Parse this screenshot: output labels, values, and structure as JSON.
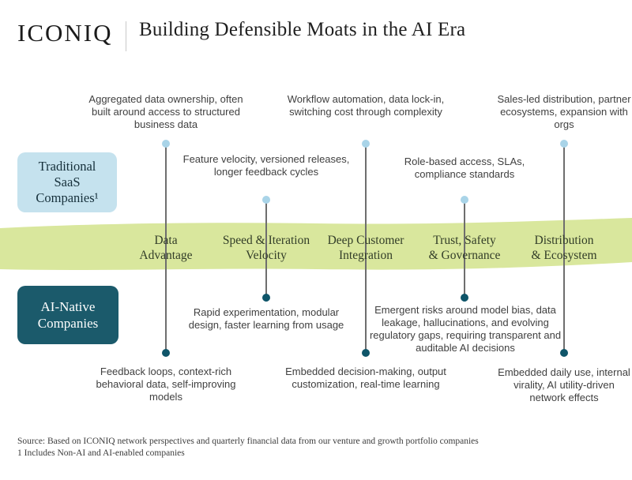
{
  "header": {
    "logo": "ICONIQ",
    "title": "Building Defensible Moats in the AI Era"
  },
  "groups": {
    "traditional_label": "Traditional SaaS Companies¹",
    "ai_native_label": "AI-Native Companies"
  },
  "columns": [
    {
      "category_line1": "Data",
      "category_line2": "Advantage",
      "traditional": "Aggregated data ownership, often built around access to structured business data",
      "ai_native": "Feedback loops, context-rich behavioral data, self-improving models"
    },
    {
      "category_line1": "Speed & Iteration",
      "category_line2": "Velocity",
      "traditional": "Feature velocity, versioned releases, longer feedback cycles",
      "ai_native": "Rapid experimentation, modular design, faster learning from usage"
    },
    {
      "category_line1": "Deep Customer",
      "category_line2": "Integration",
      "traditional": "Workflow automation, data lock-in, switching cost through complexity",
      "ai_native": "Embedded decision-making, output customization, real-time learning"
    },
    {
      "category_line1": "Trust, Safety",
      "category_line2": "& Governance",
      "traditional": "Role-based access, SLAs, compliance standards",
      "ai_native": "Emergent risks around model bias, data leakage, hallucinations, and evolving regulatory gaps, requiring transparent and auditable AI decisions"
    },
    {
      "category_line1": "Distribution",
      "category_line2": "& Ecosystem",
      "traditional": "Sales-led distribution, partner ecosystems, expansion with orgs",
      "ai_native": "Embedded daily use, internal virality, AI utility-driven network effects"
    }
  ],
  "footer": {
    "source": "Source: Based on ICONIQ network perspectives and quarterly financial data from our venture and growth portfolio companies",
    "note": "1 Includes Non-AI and AI-enabled companies"
  },
  "colors": {
    "band_green": "#d9e79d",
    "traditional_box_blue": "#c5e2ee",
    "traditional_dot_blue": "#a9d4e8",
    "ai_native_box_teal": "#1b5a6b",
    "ai_native_dot_teal": "#0e5569",
    "connector_gray": "#6e6e6e"
  }
}
